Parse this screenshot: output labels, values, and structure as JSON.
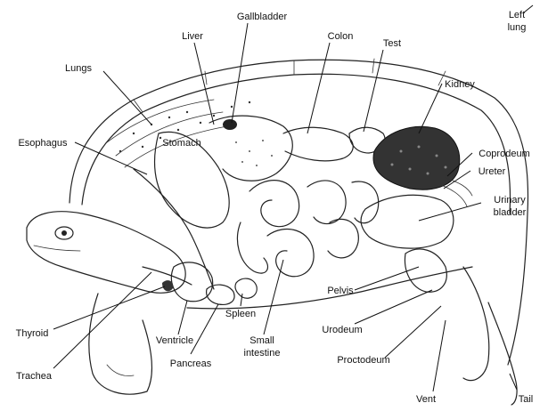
{
  "labels": {
    "left_lung": [
      "Left",
      "lung"
    ],
    "gallbladder": "Gallbladder",
    "liver": "Liver",
    "colon": "Colon",
    "test": "Test",
    "lungs": "Lungs",
    "kidney": "Kidney",
    "esophagus": "Esophagus",
    "stomach": "Stomach",
    "coprodeum": "Coprodeum",
    "ureter": "Ureter",
    "urinary_bladder": [
      "Urinary",
      "bladder"
    ],
    "pelvis": "Pelvis",
    "thyroid": "Thyroid",
    "spleen": "Spleen",
    "ventricle": "Ventricle",
    "small_intestine": [
      "Small",
      "intestine"
    ],
    "urodeum": "Urodeum",
    "trachea": "Trachea",
    "pancreas": "Pancreas",
    "proctodeum": "Proctodeum",
    "vent": "Vent",
    "tail": "Tail"
  }
}
